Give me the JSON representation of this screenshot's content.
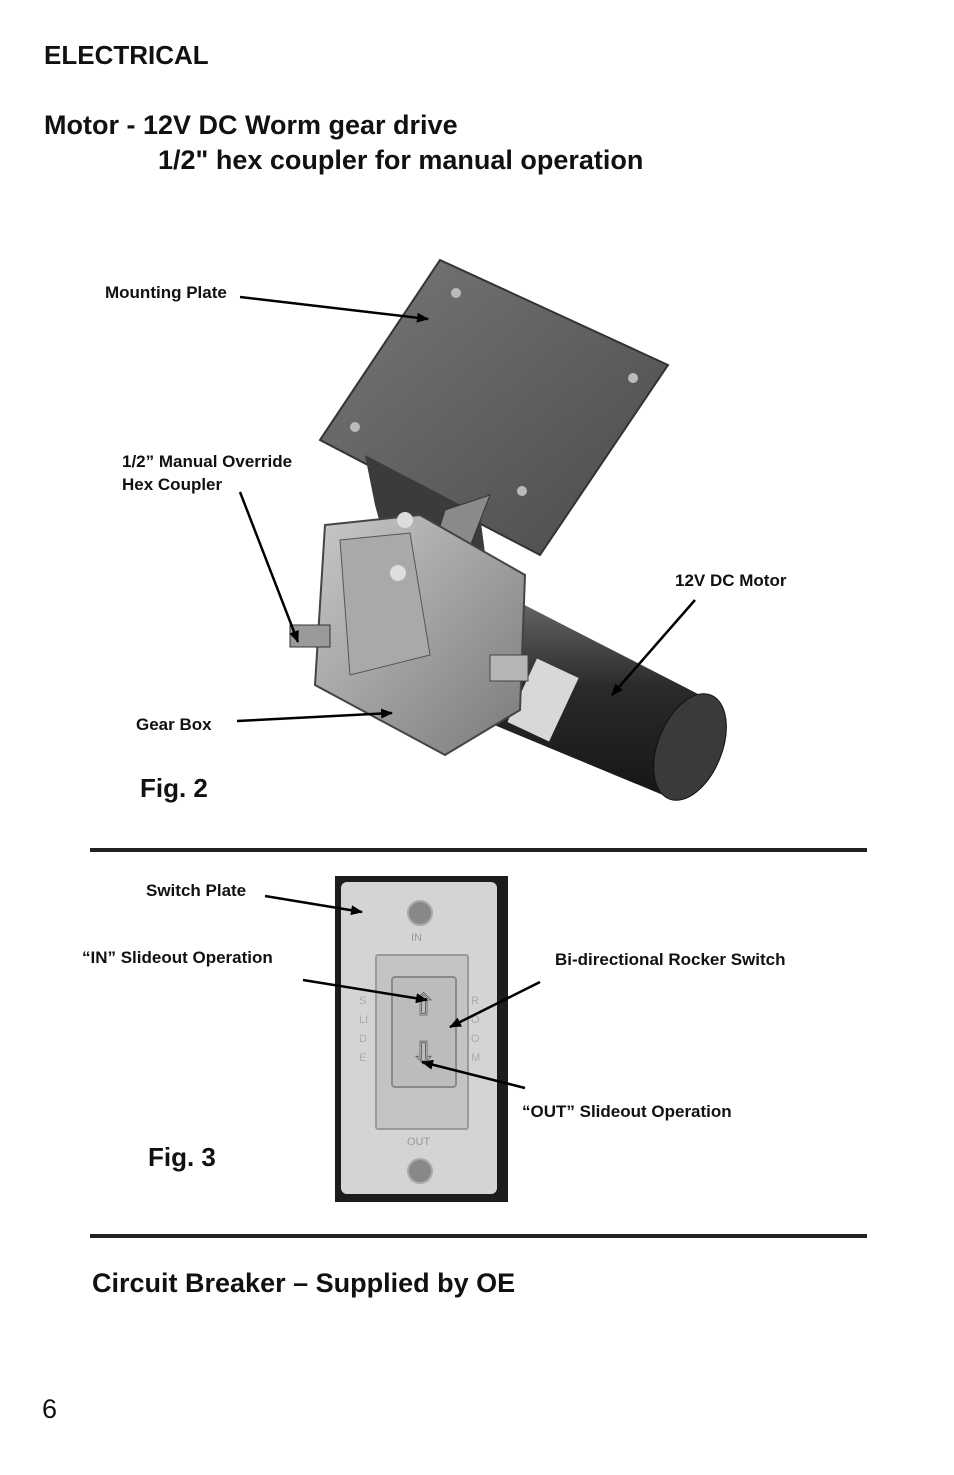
{
  "section_title": "ELECTRICAL",
  "motor": {
    "line1": "Motor -  12V DC Worm gear drive",
    "line2": "1/2\" hex coupler for manual operation"
  },
  "fig2": {
    "label": "Fig. 2",
    "callouts": {
      "mounting_plate": "Mounting Plate",
      "hex_coupler_line1": "1/2” Manual Override",
      "hex_coupler_line2": "Hex Coupler",
      "motor": "12V DC Motor",
      "gear_box": "Gear Box"
    }
  },
  "fig3": {
    "label": "Fig. 3",
    "callouts": {
      "switch_plate": "Switch Plate",
      "in_operation": "“IN” Slideout Operation",
      "rocker_switch": "Bi-directional Rocker Switch",
      "out_operation": "“OUT” Slideout Operation"
    },
    "plate_text": {
      "top": "IN",
      "bottom": "OUT",
      "left_vertical": "SLIDE",
      "right_vertical": "ROOM"
    }
  },
  "circuit_breaker": "Circuit Breaker – Supplied by OE",
  "page_number": "6"
}
